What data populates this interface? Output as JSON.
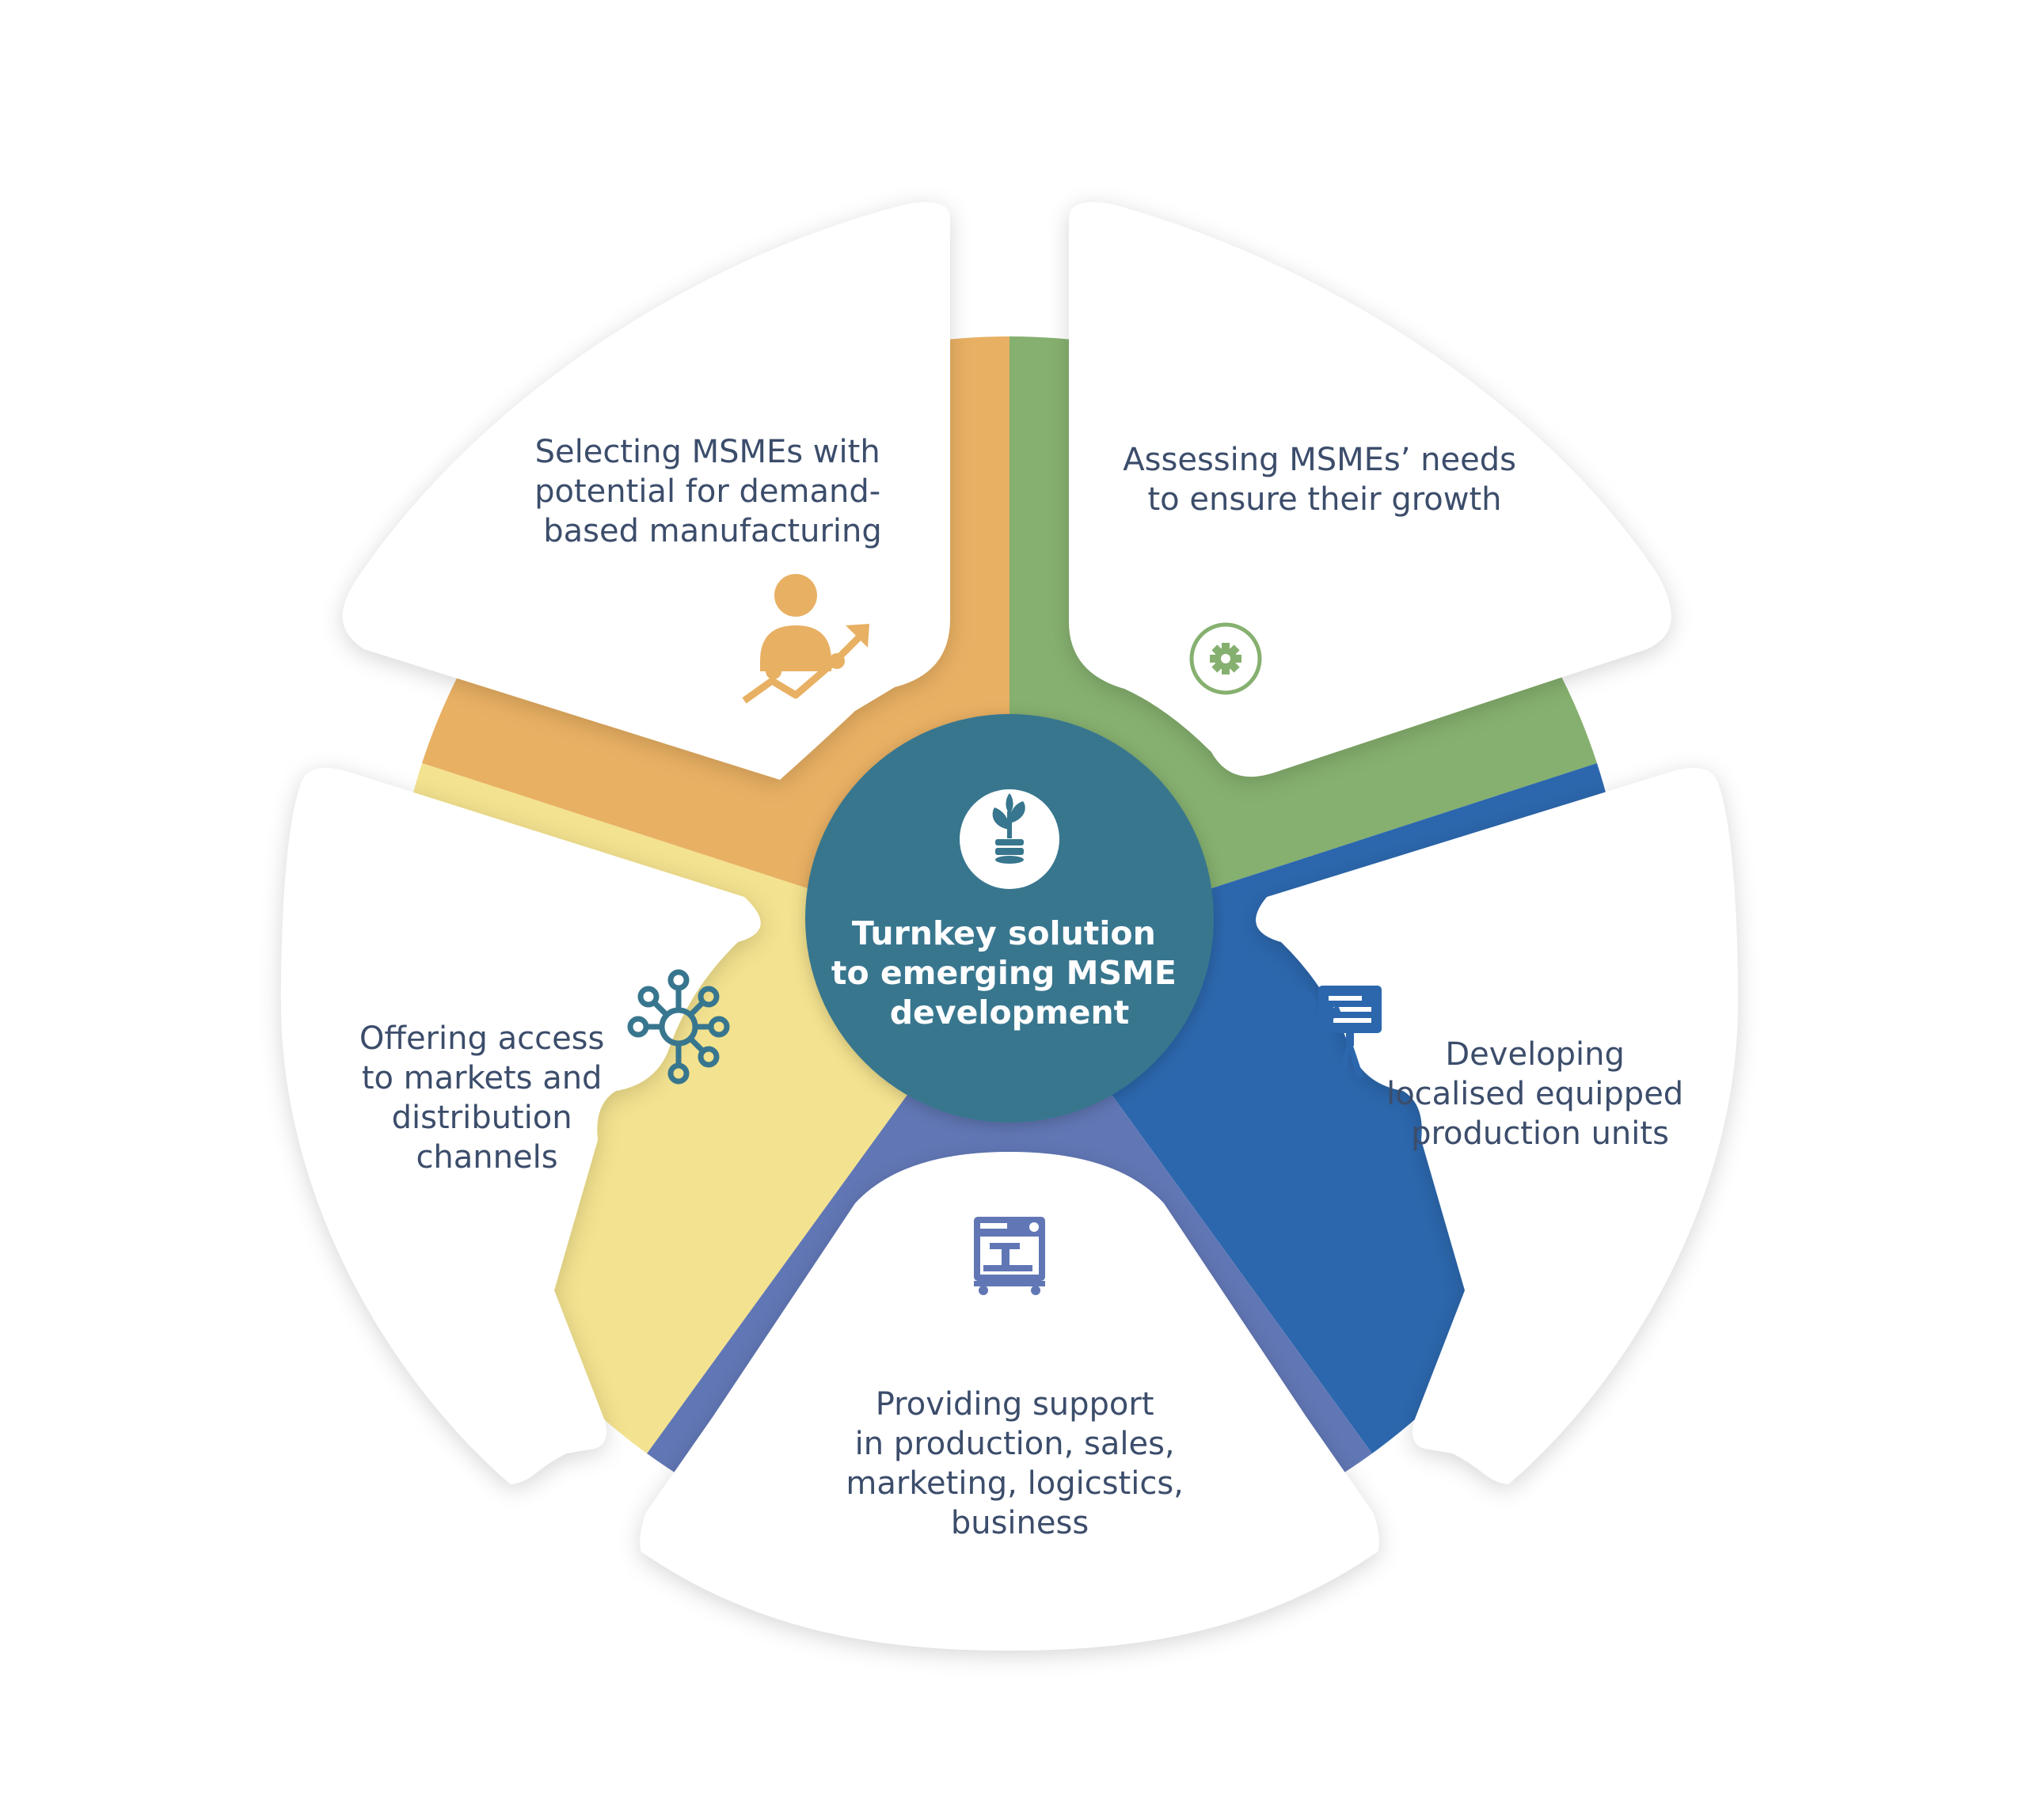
{
  "center": {
    "title_lines": [
      "Turnkey solution",
      "to emerging MSME",
      "development"
    ],
    "icon": "plant-coin-icon",
    "color": "#37768e"
  },
  "segments": [
    {
      "id": "selecting",
      "lines": [
        "Selecting MSMEs with",
        "potential for demand-",
        "based manufacturing"
      ],
      "icon": "person-growth-icon",
      "color": "#e8b063"
    },
    {
      "id": "assessing",
      "lines": [
        "Assessing MSMEs’ needs",
        "to ensure their growth"
      ],
      "icon": "gear-icon",
      "color": "#86b06f"
    },
    {
      "id": "developing",
      "lines": [
        "Developing",
        "localised equipped",
        "production units"
      ],
      "icon": "presentation-icon",
      "color": "#2c67ad"
    },
    {
      "id": "providing",
      "lines": [
        "Providing support",
        "in production, sales,",
        "marketing, logicstics,",
        "business"
      ],
      "icon": "machine-icon",
      "color": "#6177b5"
    },
    {
      "id": "offering",
      "lines": [
        "Offering access",
        "to markets and",
        "distribution",
        "channels"
      ],
      "icon": "network-icon",
      "color": "#f3e28f"
    }
  ]
}
